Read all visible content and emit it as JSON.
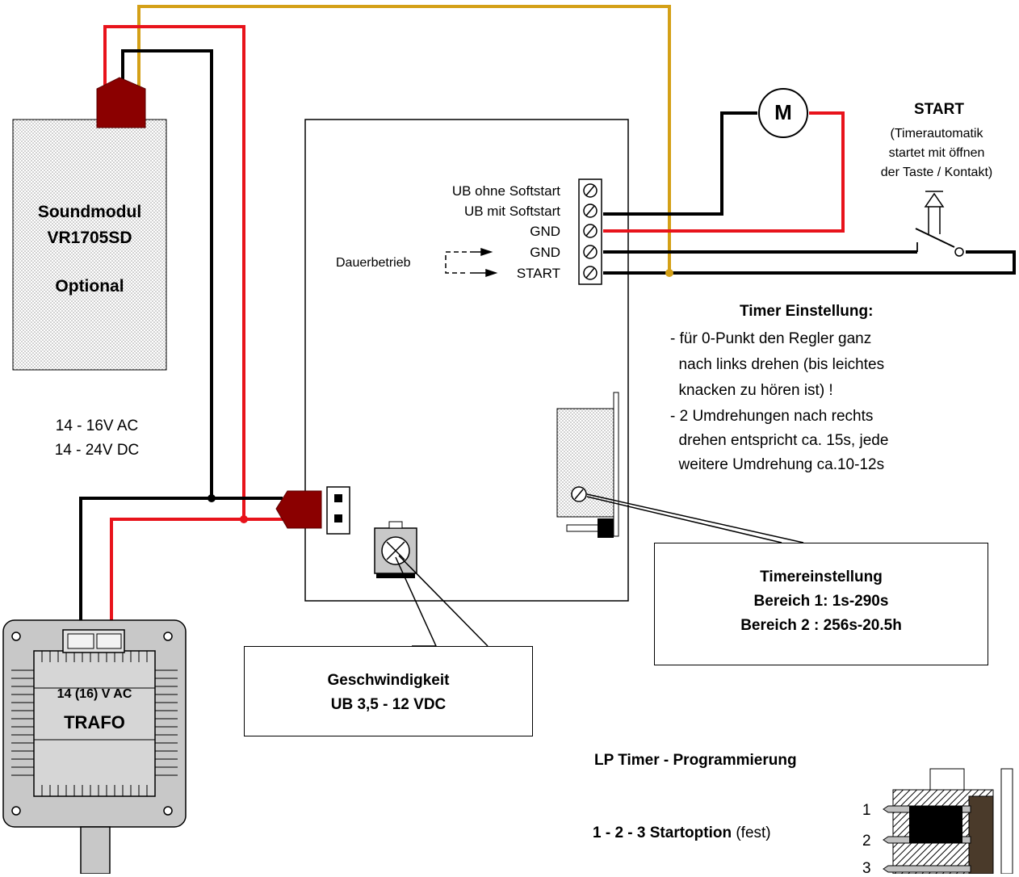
{
  "soundmodule": {
    "name": "Soundmodul",
    "model": "VR1705SD",
    "note": "Optional"
  },
  "supply": {
    "ac": "14 - 16V AC",
    "dc": "14 - 24V DC"
  },
  "trafo": {
    "voltage": "14 (16) V AC",
    "label": "TRAFO"
  },
  "terminals": [
    "UB ohne Softstart",
    "UB mit Softstart",
    "GND",
    "GND",
    "START"
  ],
  "dauerbetrieb": "Dauerbetrieb",
  "motor": "M",
  "start": {
    "title": "START",
    "line1": "(Timerautomatik",
    "line2": "startet mit öffnen",
    "line3": "der Taste / Kontakt)"
  },
  "timer_settings": {
    "title": "Timer Einstellung:",
    "lines": [
      "- für 0-Punkt den Regler ganz",
      "  nach links drehen (bis leichtes",
      "  knacken zu hören ist) !",
      "- 2 Umdrehungen nach rechts",
      "  drehen entspricht ca. 15s, jede",
      "  weitere Umdrehung ca.10-12s"
    ]
  },
  "timer_callout": {
    "title": "Timereinstellung",
    "range1": "Bereich 1: 1s-290s",
    "range2": "Bereich 2 : 256s-20.5h"
  },
  "speed_callout": {
    "title": "Geschwindigkeit",
    "range": "UB 3,5 - 12 VDC"
  },
  "programming": {
    "title": "LP Timer - Programmierung",
    "option_bold": "1 - 2 - 3 Startoption",
    "option_note": " (fest)",
    "pins": [
      "1",
      "2",
      "3"
    ]
  },
  "colors": {
    "red_wire": "#e8131b",
    "black_wire": "#000000",
    "gold_wire": "#d4a017",
    "connector": "#8b0000",
    "trafo_fill": "#c8c8c8"
  }
}
